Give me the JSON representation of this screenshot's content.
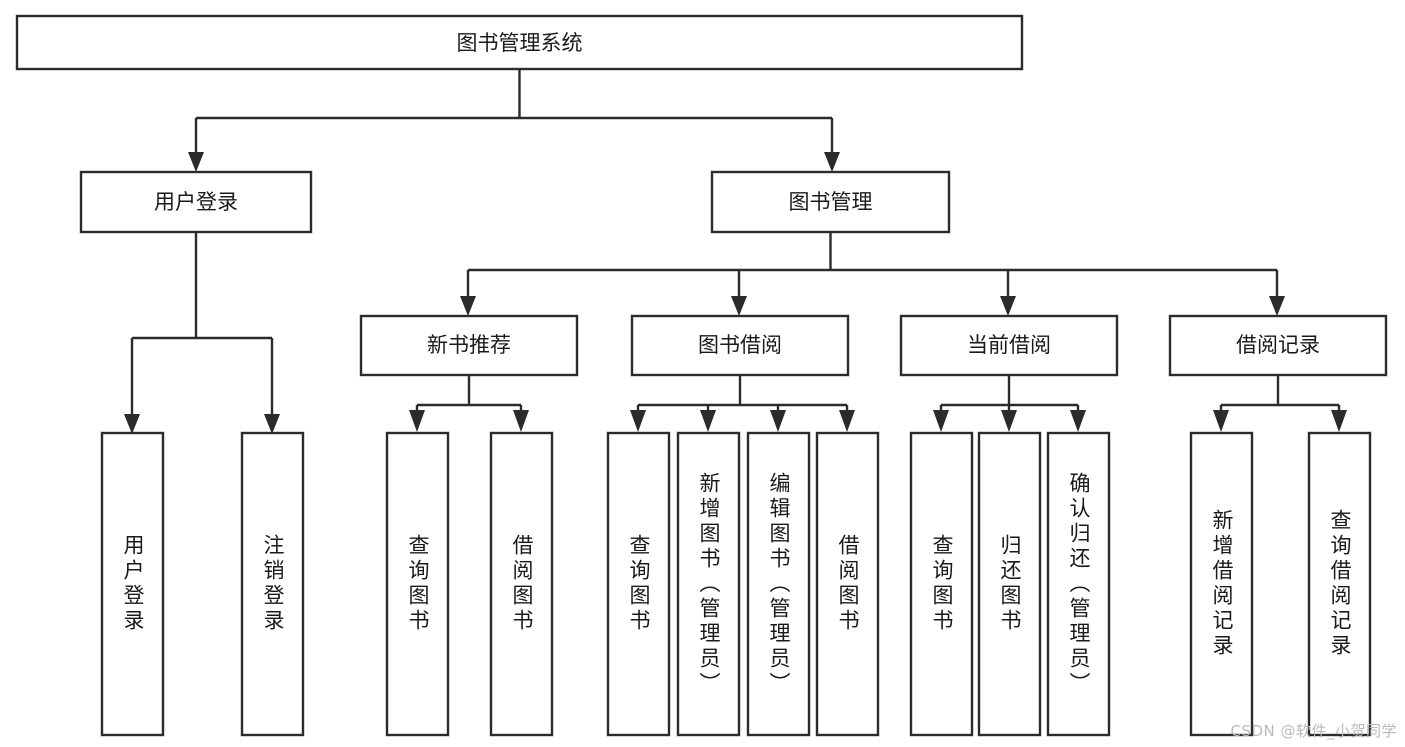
{
  "diagram": {
    "title": "图书管理系统",
    "type": "hierarchy-tree",
    "orientation": "top-down",
    "levels": 3,
    "colors": {
      "stroke": "#2b2b2b",
      "fill": "#ffffff",
      "text": "#1a1a1a",
      "watermark": "#b9b9b9",
      "background": "#ffffff"
    }
  },
  "root": {
    "label": "图书管理系统"
  },
  "level2": [
    {
      "id": "user-login",
      "label": "用户登录"
    },
    {
      "id": "book-management",
      "label": "图书管理"
    }
  ],
  "level3": [
    {
      "id": "new-book-recommend",
      "label": "新书推荐",
      "parent": "book-management"
    },
    {
      "id": "book-borrow",
      "label": "图书借阅",
      "parent": "book-management"
    },
    {
      "id": "current-borrow",
      "label": "当前借阅",
      "parent": "book-management"
    },
    {
      "id": "borrow-record",
      "label": "借阅记录",
      "parent": "book-management"
    }
  ],
  "leaves": {
    "user-login": [
      {
        "id": "leaf-user-login",
        "label": "用户登录"
      },
      {
        "id": "leaf-user-logout",
        "label": "注销登录"
      }
    ],
    "new-book-recommend": [
      {
        "id": "leaf-query-book-1",
        "label": "查询图书"
      },
      {
        "id": "leaf-borrow-book-1",
        "label": "借阅图书"
      }
    ],
    "book-borrow": [
      {
        "id": "leaf-query-book-2",
        "label": "查询图书"
      },
      {
        "id": "leaf-add-book",
        "label": "新增图书（管理员）"
      },
      {
        "id": "leaf-edit-book",
        "label": "编辑图书（管理员）"
      },
      {
        "id": "leaf-borrow-book-2",
        "label": "借阅图书"
      }
    ],
    "current-borrow": [
      {
        "id": "leaf-query-book-3",
        "label": "查询图书"
      },
      {
        "id": "leaf-return-book",
        "label": "归还图书"
      },
      {
        "id": "leaf-confirm-return",
        "label": "确认归还（管理员）"
      }
    ],
    "borrow-record": [
      {
        "id": "leaf-add-record",
        "label": "新增借阅记录"
      },
      {
        "id": "leaf-query-record",
        "label": "查询借阅记录"
      }
    ]
  },
  "watermark": {
    "text": "CSDN @软件_小贺同学"
  }
}
